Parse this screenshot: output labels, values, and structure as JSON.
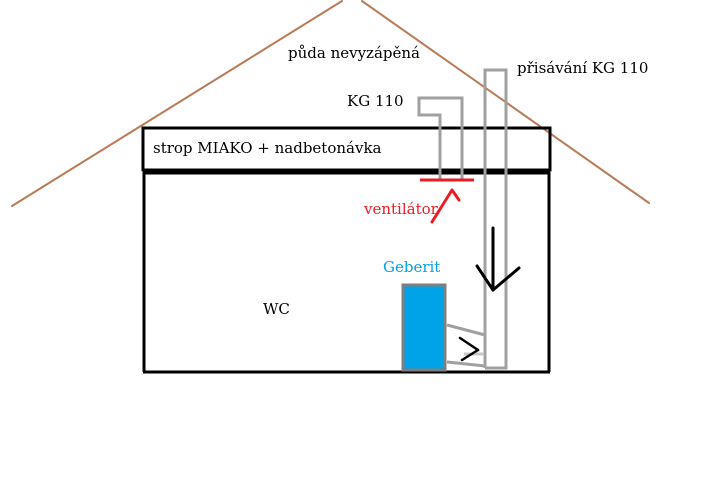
{
  "labels": {
    "attic": "půda nevyzápěná",
    "intake": "přisávání KG 110",
    "kg110": "KG 110",
    "ceiling": "strop MIAKO + nadbetonávka",
    "fan": "ventilátor",
    "geberit": "Geberit",
    "room": "WC"
  },
  "colors": {
    "roof": "#b97a57",
    "pipe": "#a0a0a0",
    "wall": "#000000",
    "fan": "#ed1c24",
    "geberit_fill": "#00a2e8",
    "geberit_frame": "#7f7f7f",
    "geberit_text": "#00a2e8",
    "fan_text": "#ed1c24",
    "text": "#000000"
  }
}
